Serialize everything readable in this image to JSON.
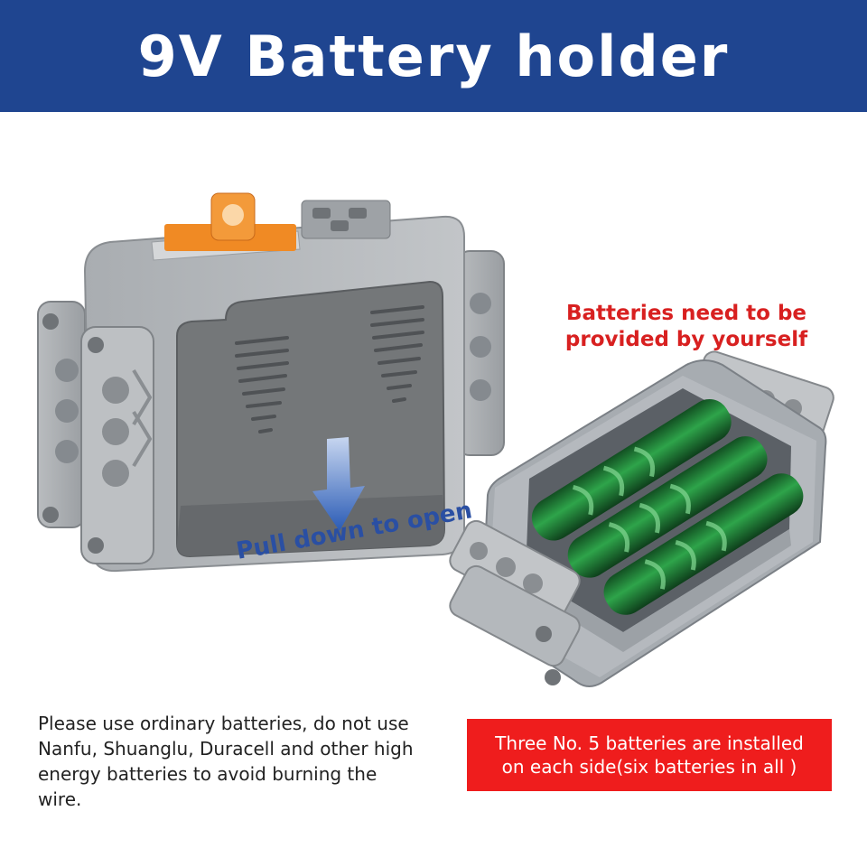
{
  "banner": {
    "title": "9V Battery holder",
    "color": "#1f4590"
  },
  "left_product": {
    "open_instruction": "Pull down to open",
    "arrow_color": "#2a5bb5",
    "lever_color": "#f08a24"
  },
  "right_product": {
    "note_lines": [
      "Batteries need to be",
      "provided by yourself"
    ],
    "note_color": "#d82020",
    "battery_color": "#1f7a34"
  },
  "warning": {
    "lines": [
      "Please use ordinary batteries, do not use",
      "Nanfu, Shuanglu, Duracell and other high",
      "energy batteries to avoid burning the",
      "wire."
    ]
  },
  "install_box": {
    "lines": [
      "Three No. 5 batteries are installed",
      "on each side(six batteries in all )"
    ],
    "color": "#ef1d1d"
  }
}
